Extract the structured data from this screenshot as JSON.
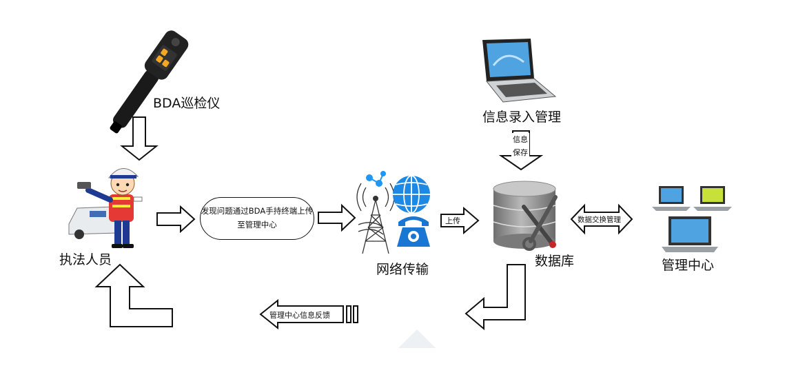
{
  "nodes": {
    "device": "BDA巡检仪",
    "officer": "执法人员",
    "report": "发现问题通过BDA手持终端上传至管理中心",
    "network": "网络传输",
    "entry": "信息录入管理",
    "database": "数据库",
    "center": "管理中心"
  },
  "edges": {
    "save": "信息保存",
    "upload": "上传",
    "exchange": "数据交换管理",
    "feedback": "管理中心信息反馈"
  },
  "colors": {
    "stroke": "#111111",
    "device_body": "#1a1a1a",
    "device_accent": "#f5a623",
    "globe": "#1e88e5",
    "phone": "#1976d2",
    "db_gray": "#8a8a8a",
    "screen_blue": "#4fa3e0",
    "screen_green": "#c7e13a"
  },
  "icons": {
    "device": "handheld-scanner-icon",
    "officer": "traffic-police-icon",
    "network": "antenna-globe-phone-icon",
    "entry": "laptop-icon",
    "database": "database-tools-icon",
    "center": "monitors-icon"
  }
}
